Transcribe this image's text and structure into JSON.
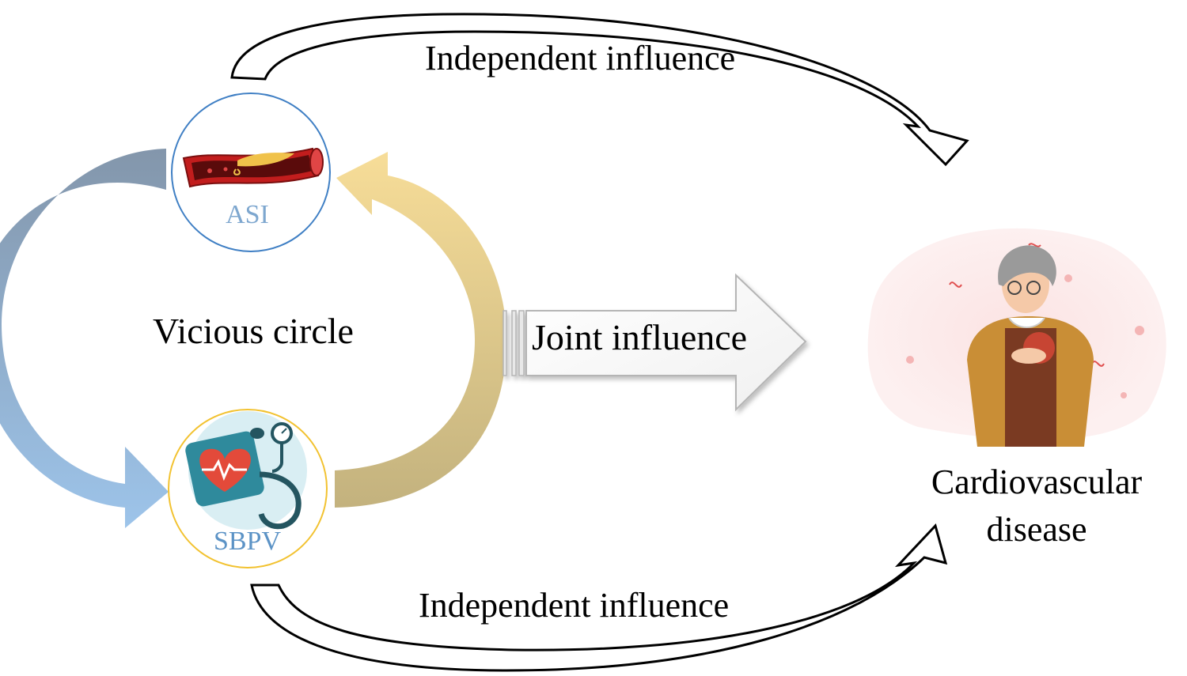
{
  "labels": {
    "independent_top": "Independent influence",
    "independent_bottom": "Independent influence",
    "vicious_circle": "Vicious circle",
    "joint_influence": "Joint influence",
    "asi": "ASI",
    "sbpv": "SBPV",
    "outcome": "Cardiovascular disease"
  },
  "colors": {
    "left_arrow_top": "#8396ab",
    "left_arrow_bottom": "#9dc4ea",
    "right_arrow_top": "#f7dd98",
    "right_arrow_bottom": "#c3b27e",
    "asi_ring": "#3f7fc4",
    "sbpv_ring": "#f2c230",
    "vessel": "#c21d1d",
    "plaque": "#f0c24a",
    "monitor": "#2f8a9c",
    "heart": "#e34a3a",
    "coat": "#c98e36",
    "outline": "#000000"
  },
  "icons": {
    "asi": "blood-vessel-plaque-icon",
    "sbpv": "blood-pressure-monitor-icon",
    "outcome": "heart-pain-patient-illustration"
  }
}
